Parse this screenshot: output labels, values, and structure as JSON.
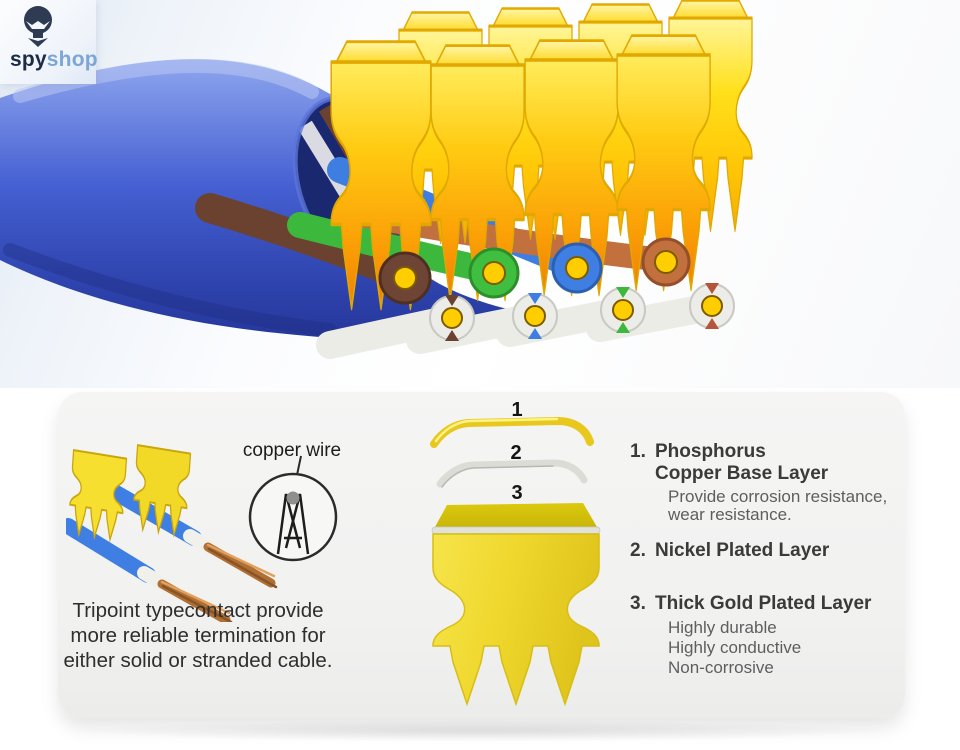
{
  "brand": {
    "logo_text_primary": "spy",
    "logo_text_secondary": "shop"
  },
  "hero": {
    "subject": "blue network cable with gold tripoint contacts piercing colored wire pairs"
  },
  "info_panel": {
    "copper_wire_label": "copper wire",
    "caption": {
      "line1": "Tripoint typecontact provide",
      "line2": "more reliable termination for",
      "line3": "either solid or stranded cable."
    },
    "diagram_numbers": {
      "n1": "1",
      "n2": "2",
      "n3": "3"
    },
    "layers": [
      {
        "number": "1.",
        "title_line1": "Phosphorus",
        "title_line2": "Copper Base Layer",
        "desc1": "Provide corrosion resistance,",
        "desc2": "wear resistance."
      },
      {
        "number": "2.",
        "title_line1": "Nickel Plated Layer"
      },
      {
        "number": "3.",
        "title_line1": "Thick Gold Plated Layer",
        "desc1": "Highly durable",
        "desc2": "Highly conductive",
        "desc3": "Non-corrosive"
      }
    ]
  },
  "colors": {
    "gold": "#FFD20A",
    "gold_deep": "#F29B06",
    "cable_blue": "#4560D2",
    "brand_navy": "#1C2B47",
    "brand_light_blue": "#7CA6D6",
    "panel_bg": "#F2F2F1"
  }
}
